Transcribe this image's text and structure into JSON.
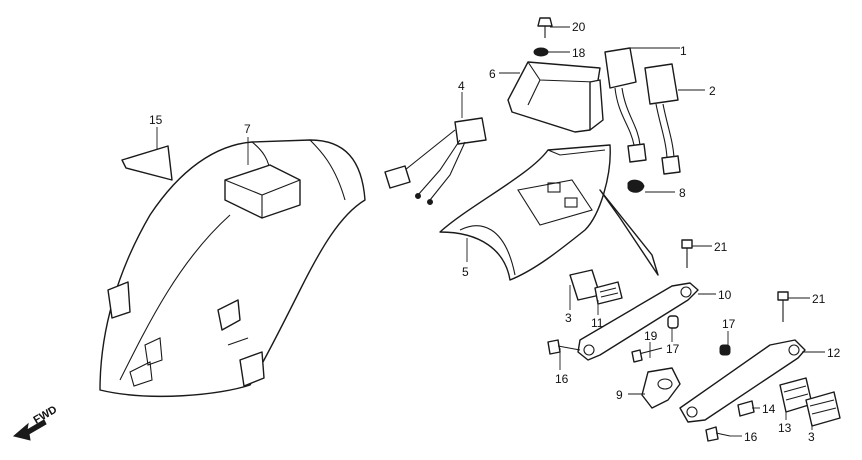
{
  "callouts": {
    "c1": "1",
    "c2": "2",
    "c3a": "3",
    "c3b": "3",
    "c4": "4",
    "c5": "5",
    "c6": "6",
    "c7": "7",
    "c8": "8",
    "c9": "9",
    "c10": "10",
    "c11": "11",
    "c12": "12",
    "c13": "13",
    "c14": "14",
    "c15": "15",
    "c16a": "16",
    "c16b": "16",
    "c17a": "17",
    "c17b": "17",
    "c18": "18",
    "c19": "19",
    "c20": "20",
    "c21a": "21",
    "c21b": "21"
  },
  "direction_marker": {
    "label": "FWD",
    "icon": "forward-arrow-icon"
  }
}
